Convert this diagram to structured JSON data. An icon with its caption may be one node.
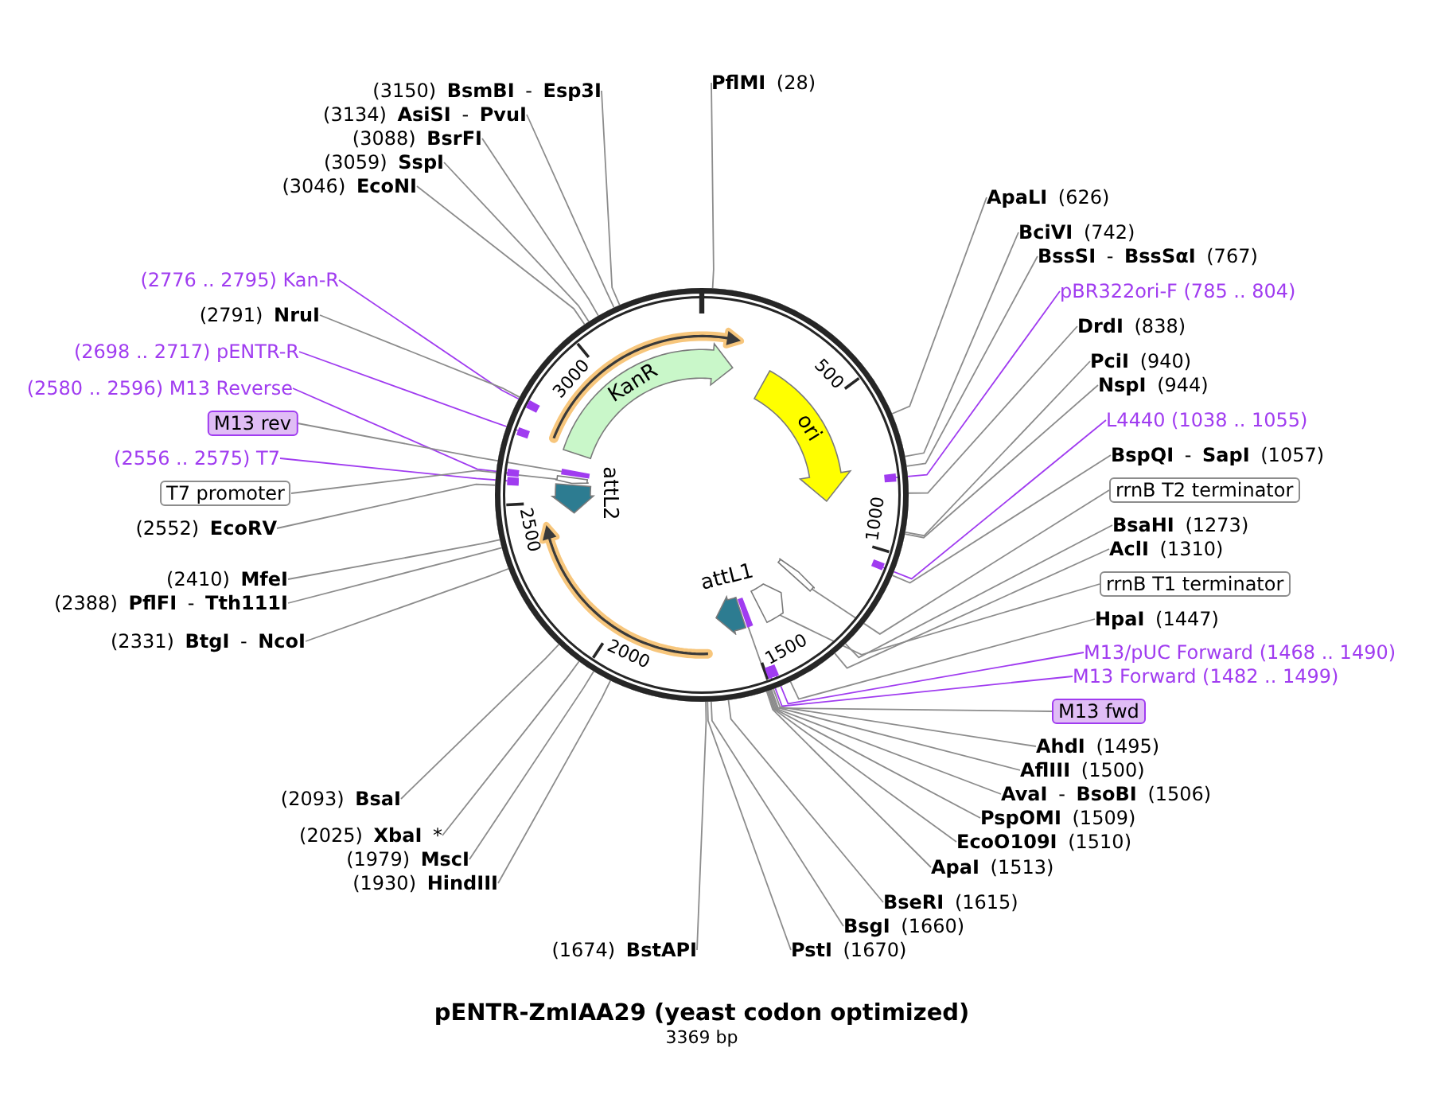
{
  "diagram": {
    "title": "pENTR-ZmIAA29 (yeast codon optimized)",
    "nodes": [
      {
        "text": [],
        "shape": "circle"
      },
      {
        "text": [],
        "shape": "arrow",
        "in": 0
      },
      {
        "text": [
          "KanR"
        ],
        "in": 0
      },
      {
        "text": [
          "ori"
        ],
        "in": 0
      },
      {
        "text": [],
        "shape": "bar",
        "in": 0
      },
      {
        "text": [],
        "shape": "arrow",
        "in": 0
      },
      {
        "text": [
          "attL2"
        ],
        "in": 0
      },
      {
        "text": [],
        "shape": "arrow",
        "in": 0
      },
      {
        "text": [],
        "shape": "arrow",
        "in": 0
      },
      {
        "text": [],
        "shape": "arrow",
        "in": 0
      },
      {
        "text": [],
        "shape": "bar",
        "in": 0
      },
      {
        "text": [
          "attL1"
        ],
        "in": 0
      },
      {
        "text": [
          "(3150) **BsmBI** - **Esp3I**"
        ]
      },
      {
        "text": [
          "**PflMI** (28)"
        ]
      },
      {
        "text": [
          "(3134) **AsiSI** - **PvuI**"
        ]
      },
      {
        "text": [
          "(3088) **BsrFI**"
        ]
      },
      {
        "text": [
          "(3059) **SspI**"
        ]
      },
      {
        "text": [
          "(3046) **EcoNI**"
        ]
      },
      {
        "text": [
          "**ApaLI** (626)"
        ]
      },
      {
        "text": [
          "**BciVI** (742)"
        ]
      },
      {
        "text": [
          "**BssSI** - **BssSαI** (767)"
        ]
      },
      {
        "text": [
          "(2776 .. 2795) Kan-R"
        ]
      },
      {
        "text": [
          "pBR322ori-F (785 .. 804)"
        ]
      },
      {
        "text": [
          "(2791) **NruI**"
        ]
      },
      {
        "text": [
          "**DrdI** (838)"
        ]
      },
      {
        "text": [
          "(2698 .. 2717) pENTR-R"
        ]
      },
      {
        "text": [
          "**PciI** (940)"
        ]
      },
      {
        "text": [
          "**NspI** (944)"
        ]
      },
      {
        "text": [
          "(2580 .. 2596) M13 Reverse"
        ]
      },
      {
        "text": [
          "L4440 (1038 .. 1055)"
        ]
      },
      {
        "text": [
          "M13 rev"
        ]
      },
      {
        "text": [
          "**BspQI** - **SapI** (1057)"
        ]
      },
      {
        "text": [
          "(2556 .. 2575) T7"
        ]
      },
      {
        "text": [
          "rrnB T2 terminator"
        ]
      },
      {
        "text": [
          "T7 promoter"
        ]
      },
      {
        "text": [
          "**BsaHI** (1273)"
        ]
      },
      {
        "text": [
          "(2552) **EcoRV**"
        ]
      },
      {
        "text": [
          "**AclI** (1310)"
        ]
      },
      {
        "text": [
          "(2410) **MfeI**"
        ]
      },
      {
        "text": [
          "rrnB T1 terminator"
        ]
      },
      {
        "text": [
          "(2388) **PflFI** - **Tth111I**"
        ]
      },
      {
        "text": [
          "**HpaI** (1447)"
        ]
      },
      {
        "text": [
          "(2331) **BtgI** - **NcoI**"
        ]
      },
      {
        "text": [
          "M13/pUC Forward (1468 .. 1490)"
        ]
      },
      {
        "text": [
          "M13 Forward (1482 .. 1499)"
        ]
      },
      {
        "text": [
          "M13 fwd"
        ]
      },
      {
        "text": [
          "**AhdI** (1495)"
        ]
      },
      {
        "text": [
          "**AflIII** (1500)"
        ]
      },
      {
        "text": [
          "**AvaI** - **BsoBI** (1506)"
        ]
      },
      {
        "text": [
          "(2093) **BsaI**"
        ]
      },
      {
        "text": [
          "**PspOMI** (1509)"
        ]
      },
      {
        "text": [
          "(2025) **XbaI** *"
        ]
      },
      {
        "text": [
          "**EcoO109I** (1510)"
        ]
      },
      {
        "text": [
          "(1979) **MscI**"
        ]
      },
      {
        "text": [
          "**ApaI** (1513)"
        ]
      },
      {
        "text": [
          "(1930) **HindIII**"
        ]
      },
      {
        "text": [
          "**BseRI** (1615)"
        ]
      },
      {
        "text": [
          "**BsgI** (1660)"
        ]
      },
      {
        "text": [
          "(1674) **BstAPI**"
        ]
      },
      {
        "text": [
          "**PstI** (1670)"
        ]
      },
      {
        "text": [],
        "shape": "bar",
        "in": 0
      },
      {
        "text": [],
        "shape": "bar",
        "in": 0
      },
      {
        "text": [],
        "shape": "bar",
        "in": 0
      },
      {
        "text": [],
        "shape": "bar",
        "in": 0
      },
      {
        "text": [],
        "shape": "bar",
        "in": 0
      },
      {
        "text": [],
        "shape": "bar",
        "in": 0
      },
      {
        "text": [],
        "shape": "bar",
        "in": 0
      },
      {
        "text": [],
        "shape": "bar",
        "in": 0
      }
    ],
    "edges": [
      {
        "from": 12,
        "to": 0,
        "arrow": "none"
      },
      {
        "from": 13,
        "to": 0,
        "arrow": "none"
      },
      {
        "from": 14,
        "to": 0,
        "arrow": "none"
      },
      {
        "from": 15,
        "to": 0,
        "arrow": "none"
      },
      {
        "from": 16,
        "to": 0,
        "arrow": "none"
      },
      {
        "from": 17,
        "to": 0,
        "arrow": "none"
      },
      {
        "from": 18,
        "to": 0,
        "arrow": "none"
      },
      {
        "from": 19,
        "to": 0,
        "arrow": "none"
      },
      {
        "from": 20,
        "to": 0,
        "arrow": "none"
      },
      {
        "from": 21,
        "to": 60,
        "arrow": "none",
        "color": "#a03cf0"
      },
      {
        "from": 22,
        "to": 63,
        "arrow": "none",
        "color": "#a03cf0"
      },
      {
        "from": 23,
        "to": 0,
        "arrow": "none"
      },
      {
        "from": 24,
        "to": 0,
        "arrow": "none"
      },
      {
        "from": 25,
        "to": 61,
        "arrow": "none",
        "color": "#a03cf0"
      },
      {
        "from": 26,
        "to": 0,
        "arrow": "none"
      },
      {
        "from": 27,
        "to": 0,
        "arrow": "none"
      },
      {
        "from": 28,
        "to": 62,
        "arrow": "none",
        "color": "#a03cf0"
      },
      {
        "from": 29,
        "to": 65,
        "arrow": "none",
        "color": "#a03cf0"
      },
      {
        "from": 30,
        "to": 4,
        "arrow": "none"
      },
      {
        "from": 31,
        "to": 0,
        "arrow": "none"
      },
      {
        "from": 32,
        "to": 64,
        "arrow": "none",
        "color": "#a03cf0"
      },
      {
        "from": 33,
        "to": 8,
        "arrow": "none"
      },
      {
        "from": 34,
        "to": 5,
        "arrow": "none"
      },
      {
        "from": 35,
        "to": 0,
        "arrow": "none"
      },
      {
        "from": 36,
        "to": 0,
        "arrow": "none"
      },
      {
        "from": 37,
        "to": 0,
        "arrow": "none"
      },
      {
        "from": 38,
        "to": 0,
        "arrow": "none"
      },
      {
        "from": 39,
        "to": 9,
        "arrow": "none"
      },
      {
        "from": 40,
        "to": 0,
        "arrow": "none"
      },
      {
        "from": 41,
        "to": 0,
        "arrow": "none"
      },
      {
        "from": 42,
        "to": 0,
        "arrow": "none"
      },
      {
        "from": 43,
        "to": 66,
        "arrow": "none",
        "color": "#a03cf0"
      },
      {
        "from": 44,
        "to": 67,
        "arrow": "none",
        "color": "#a03cf0"
      },
      {
        "from": 45,
        "to": 10,
        "arrow": "none"
      },
      {
        "from": 46,
        "to": 0,
        "arrow": "none"
      },
      {
        "from": 47,
        "to": 0,
        "arrow": "none"
      },
      {
        "from": 48,
        "to": 0,
        "arrow": "none"
      },
      {
        "from": 49,
        "to": 0,
        "arrow": "none"
      },
      {
        "from": 50,
        "to": 0,
        "arrow": "none"
      },
      {
        "from": 51,
        "to": 0,
        "arrow": "none"
      },
      {
        "from": 52,
        "to": 0,
        "arrow": "none"
      },
      {
        "from": 53,
        "to": 0,
        "arrow": "none"
      },
      {
        "from": 54,
        "to": 0,
        "arrow": "none"
      },
      {
        "from": 55,
        "to": 0,
        "arrow": "none"
      },
      {
        "from": 56,
        "to": 0,
        "arrow": "none"
      },
      {
        "from": 57,
        "to": 0,
        "arrow": "none"
      },
      {
        "from": 58,
        "to": 0,
        "arrow": "none"
      },
      {
        "from": 59,
        "to": 0,
        "arrow": "none"
      }
    ],
    "labels": [
      "500",
      "1000",
      "1500",
      "2000",
      "2500",
      "3000",
      "3369 bp"
    ]
  }
}
